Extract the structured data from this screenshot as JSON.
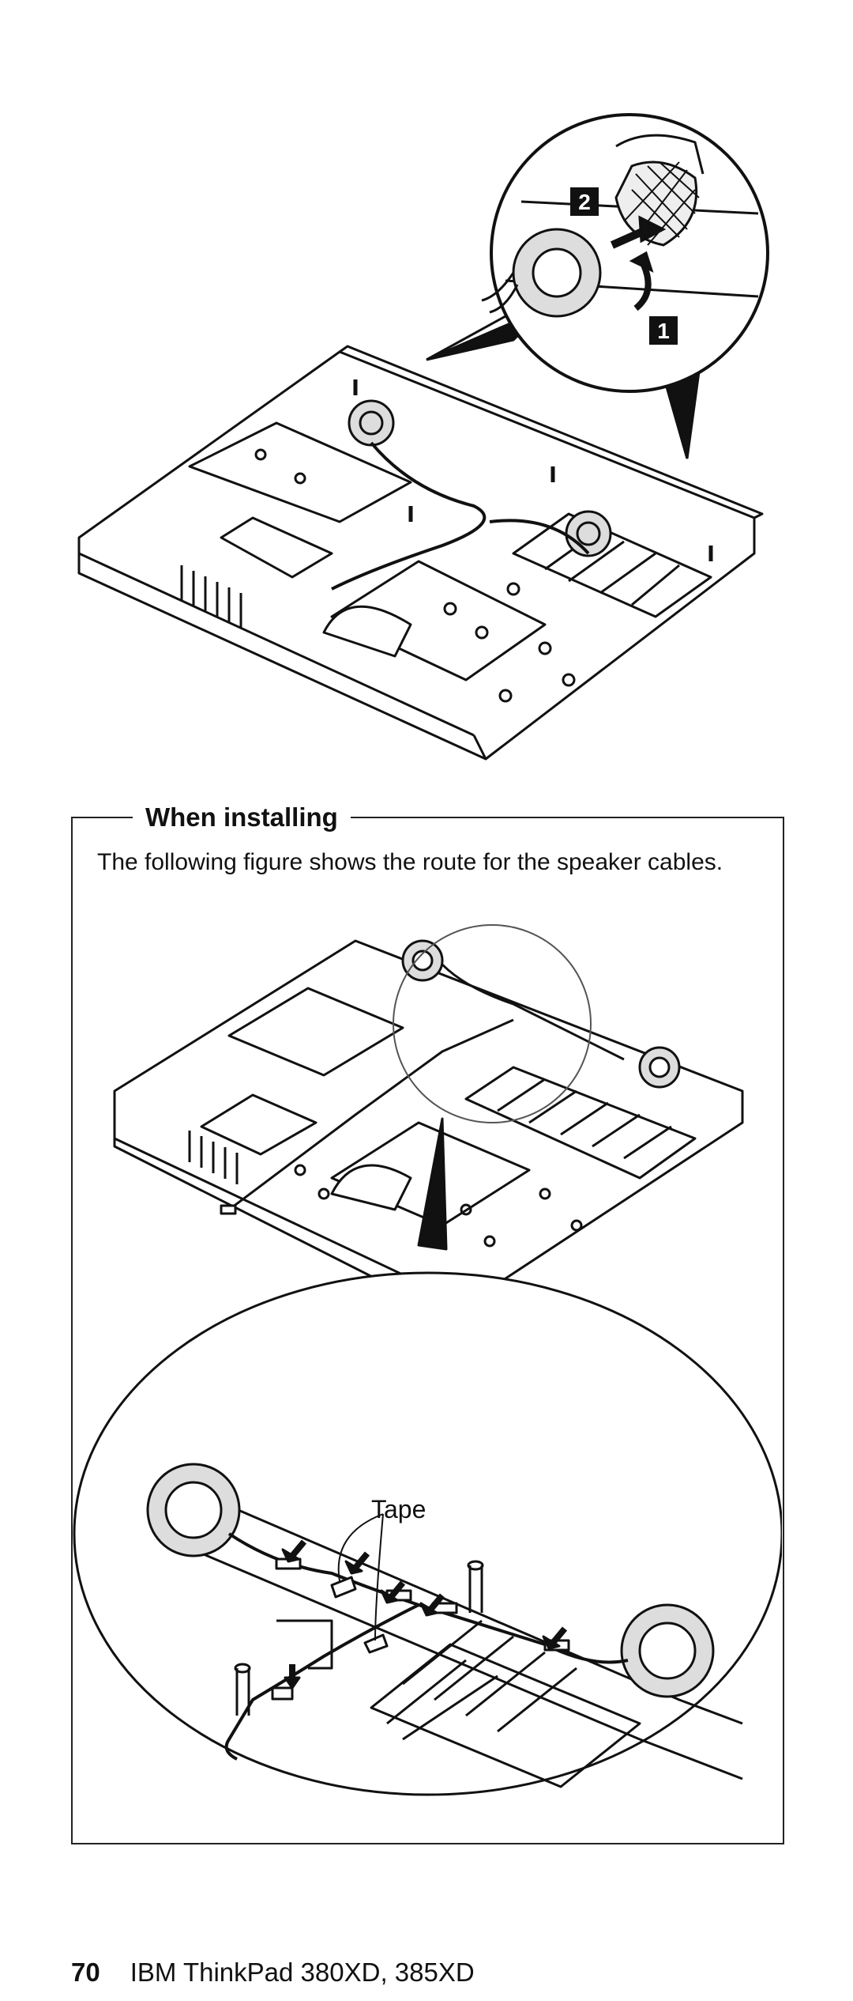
{
  "top_figure": {
    "callouts": [
      "1",
      "2"
    ]
  },
  "note": {
    "title": "When installing",
    "text": "The following figure shows the route for the speaker cables."
  },
  "bottom_figure": {
    "label_tape": "Tape"
  },
  "footer": {
    "page_number": "70",
    "title": "IBM ThinkPad 380XD, 385XD"
  }
}
